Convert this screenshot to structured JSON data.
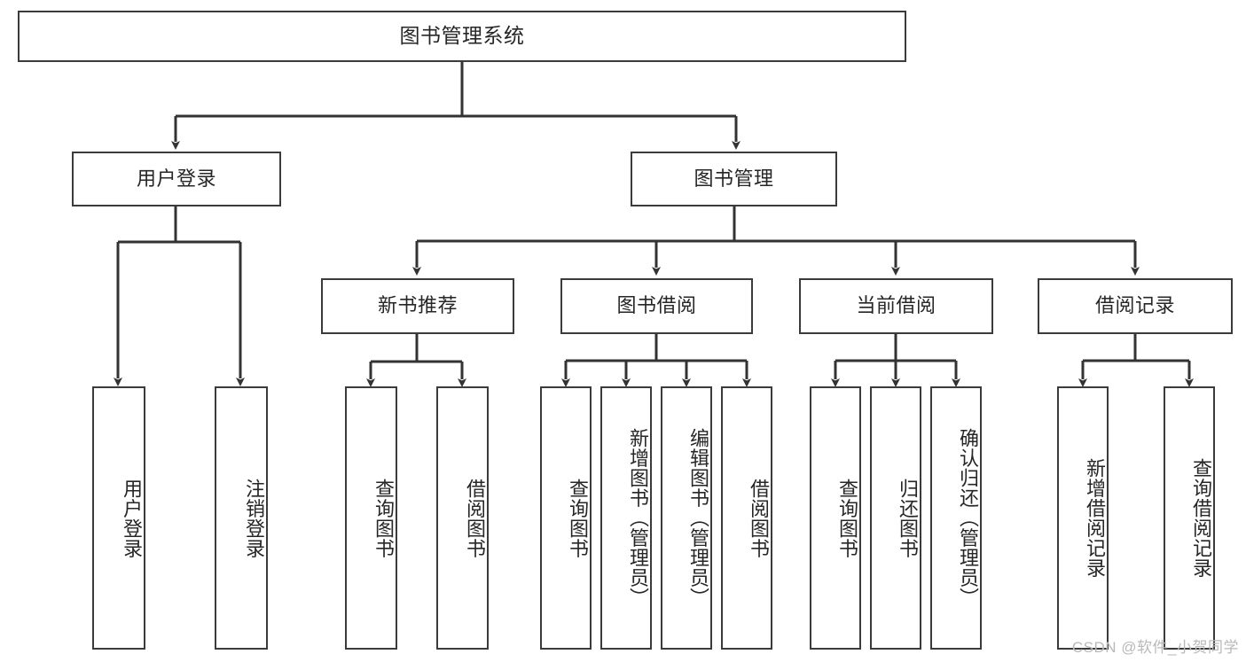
{
  "diagram": {
    "title": "图书管理系统",
    "type": "tree-hierarchy",
    "watermark": "CSDN @软件_小贺同学",
    "colors": {
      "background": "#ffffff",
      "box_border": "#3b3b3b",
      "box_fill": "#ffffff",
      "text": "#262626",
      "edge": "#333333",
      "watermark": "#b9b9b9"
    },
    "root": {
      "label": "图书管理系统"
    },
    "level1": [
      {
        "label": "用户登录"
      },
      {
        "label": "图书管理"
      }
    ],
    "level2": [
      {
        "label": "新书推荐"
      },
      {
        "label": "图书借阅"
      },
      {
        "label": "当前借阅"
      },
      {
        "label": "借阅记录"
      }
    ],
    "leaves": {
      "user_login": [
        {
          "label": "用户登录"
        },
        {
          "label": "注销登录"
        }
      ],
      "new_book_recommend": [
        {
          "label": "查询图书"
        },
        {
          "label": "借阅图书"
        }
      ],
      "book_borrow": [
        {
          "label": "查询图书"
        },
        {
          "label": "新增图书（管理员）"
        },
        {
          "label": "编辑图书（管理员）"
        },
        {
          "label": "借阅图书"
        }
      ],
      "current_borrow": [
        {
          "label": "查询图书"
        },
        {
          "label": "归还图书"
        },
        {
          "label": "确认归还（管理员）"
        }
      ],
      "borrow_record": [
        {
          "label": "新增借阅记录"
        },
        {
          "label": "查询借阅记录"
        }
      ]
    }
  }
}
